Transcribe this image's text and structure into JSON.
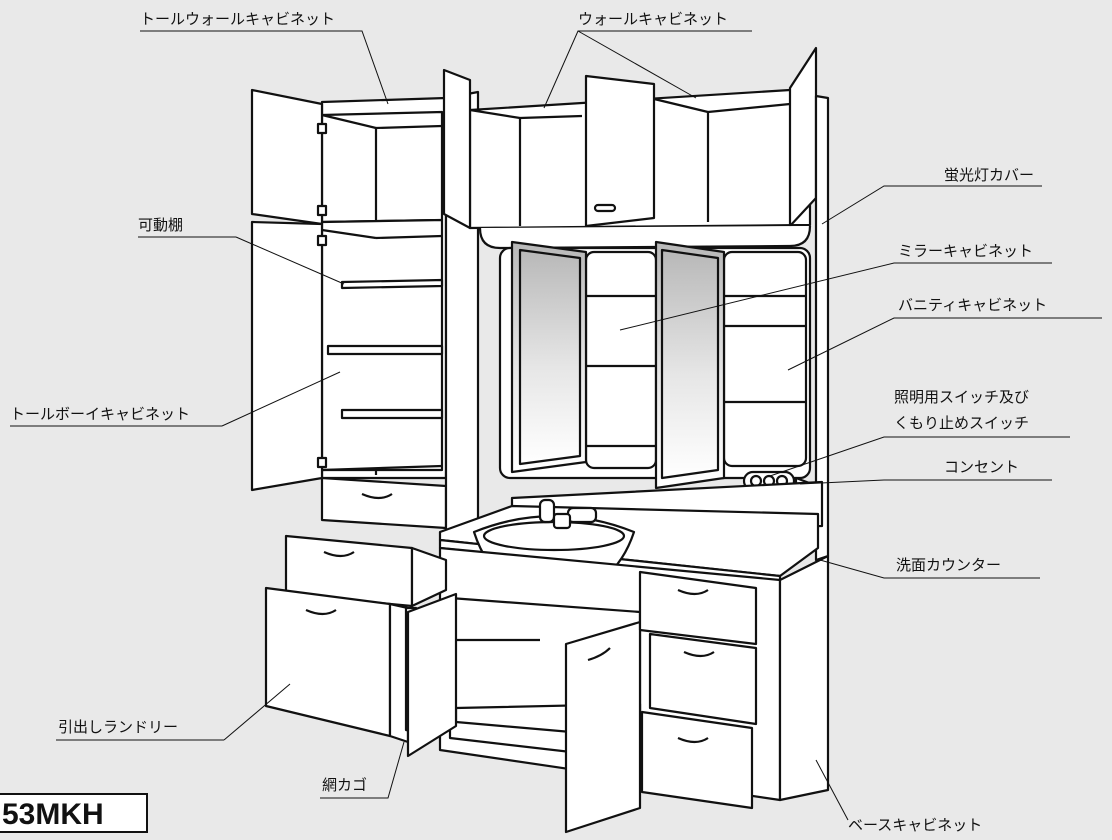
{
  "labels": {
    "tall_wall_cabinet": "トールウォールキャビネット",
    "wall_cabinet": "ウォールキャビネット",
    "fluorescent_cover": "蛍光灯カバー",
    "movable_shelf": "可動棚",
    "mirror_cabinet": "ミラーキャビネット",
    "vanity_cabinet": "バニティキャビネット",
    "light_switch_line1": "照明用スイッチ及び",
    "light_switch_line2": "くもり止めスイッチ",
    "outlet": "コンセント",
    "tall_board_cabinet": "トールボーイキャビネット",
    "washbasin_counter": "洗面カウンター",
    "pull_out_laundry": "引出しランドリー",
    "net_basket": "網カゴ",
    "base_cabinet": "ベースキャビネット"
  },
  "model_code": "53MKH",
  "colors": {
    "background": "#e9e9e9",
    "line": "#111111",
    "fill": "#ffffff"
  }
}
